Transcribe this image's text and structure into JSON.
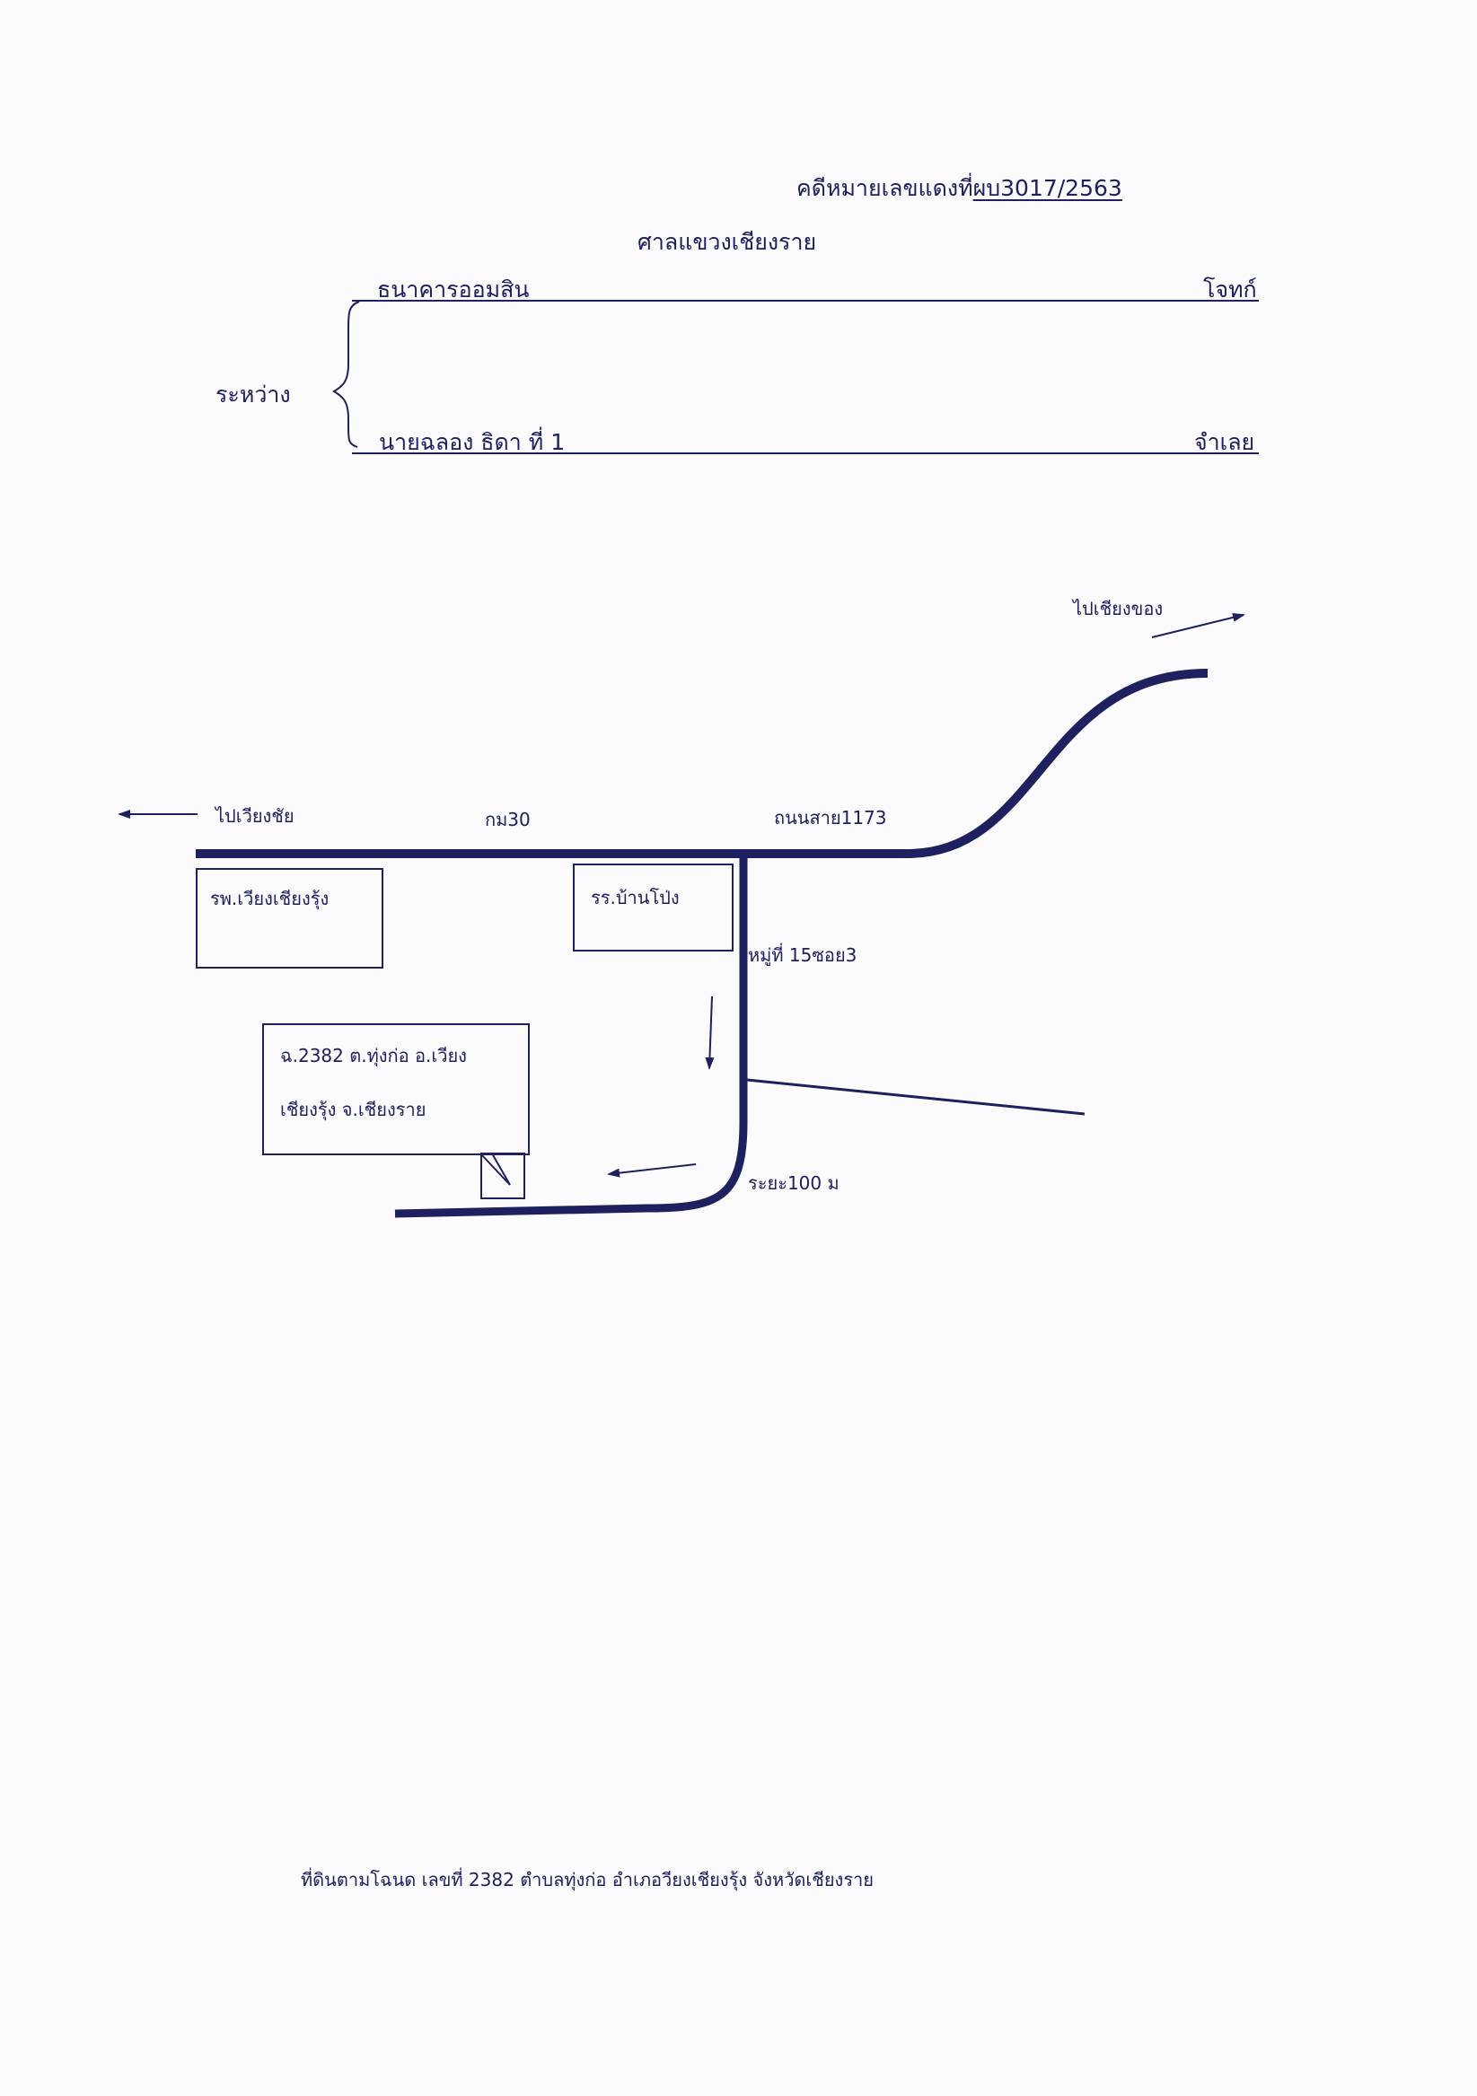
{
  "header": {
    "case_label": "คดีหมายเลขแดงที่",
    "case_number": "ผบ3017/2563",
    "court": "ศาลแขวงเชียงราย"
  },
  "parties": {
    "between_label": "ระหว่าง",
    "plaintiff_name": "ธนาคารออมสิน",
    "plaintiff_role": "โจทก์",
    "defendant_name": "นายฉลอง  ธิดา   ที่ 1",
    "defendant_role": "จำเลย"
  },
  "map": {
    "to_chiang_khong": "ไปเชียงของ",
    "to_wiang_chai": "ไปเวียงชัย",
    "km_marker": "กม30",
    "road_name": "ถนนสาย1173",
    "hospital": "รพ.เวียงเชียงรุ้ง",
    "school": "รร.บ้านโป่ง",
    "village_soi": "หมู่ที่ 15ซอย3",
    "distance": "ระยะ100 ม",
    "plot_line1": "ฉ.2382   ต.ทุ่งก่อ  อ.เวียง",
    "plot_line2": "เชียงรุ้ง  จ.เชียงราย"
  },
  "footer": {
    "land_title": "ที่ดินตามโฉนด เลขที่ 2382    ตำบลทุ่งก่อ  อำเภอวียงเชียงรุ้ง     จังหวัดเชียงราย"
  }
}
